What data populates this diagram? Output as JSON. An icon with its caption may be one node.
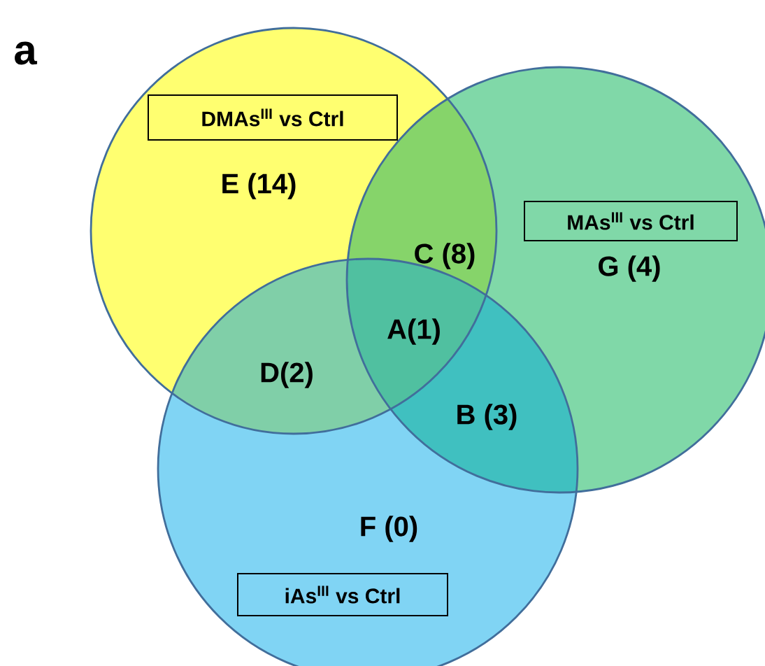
{
  "diagram": {
    "nodes": [
      {
        "text": [],
        "shape": "circle"
      },
      {
        "text": [],
        "shape": "circle"
      },
      {
        "text": [],
        "shape": "circle"
      },
      {
        "text": [
          "DMAs$^{III}$ vs Ctrl"
        ],
        "in": 0
      },
      {
        "text": [
          "MAs$^{III}$ vs Ctrl"
        ],
        "in": 1
      },
      {
        "text": [
          "iAs$^{III}$ vs Ctrl"
        ],
        "in": 2
      }
    ],
    "labels": [
      "a",
      "E (14)",
      "C (8)",
      "G (4)",
      "A(1)",
      "D(2)",
      "B (3)",
      "F (0)"
    ]
  }
}
